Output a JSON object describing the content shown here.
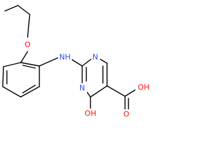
{
  "structure": {
    "colors": {
      "bond": "#000000",
      "oxygen": "#ff0d0d",
      "nitrogen": "#3050f8",
      "background": "#ffffff"
    },
    "labels": {
      "ether_oxygen": "O",
      "amine": "NH",
      "ring_n1": "N",
      "ring_n3": "N",
      "hydroxy": "OH",
      "carboxyl_oxygen": "O",
      "carboxyl_hydroxy": "OH"
    }
  }
}
